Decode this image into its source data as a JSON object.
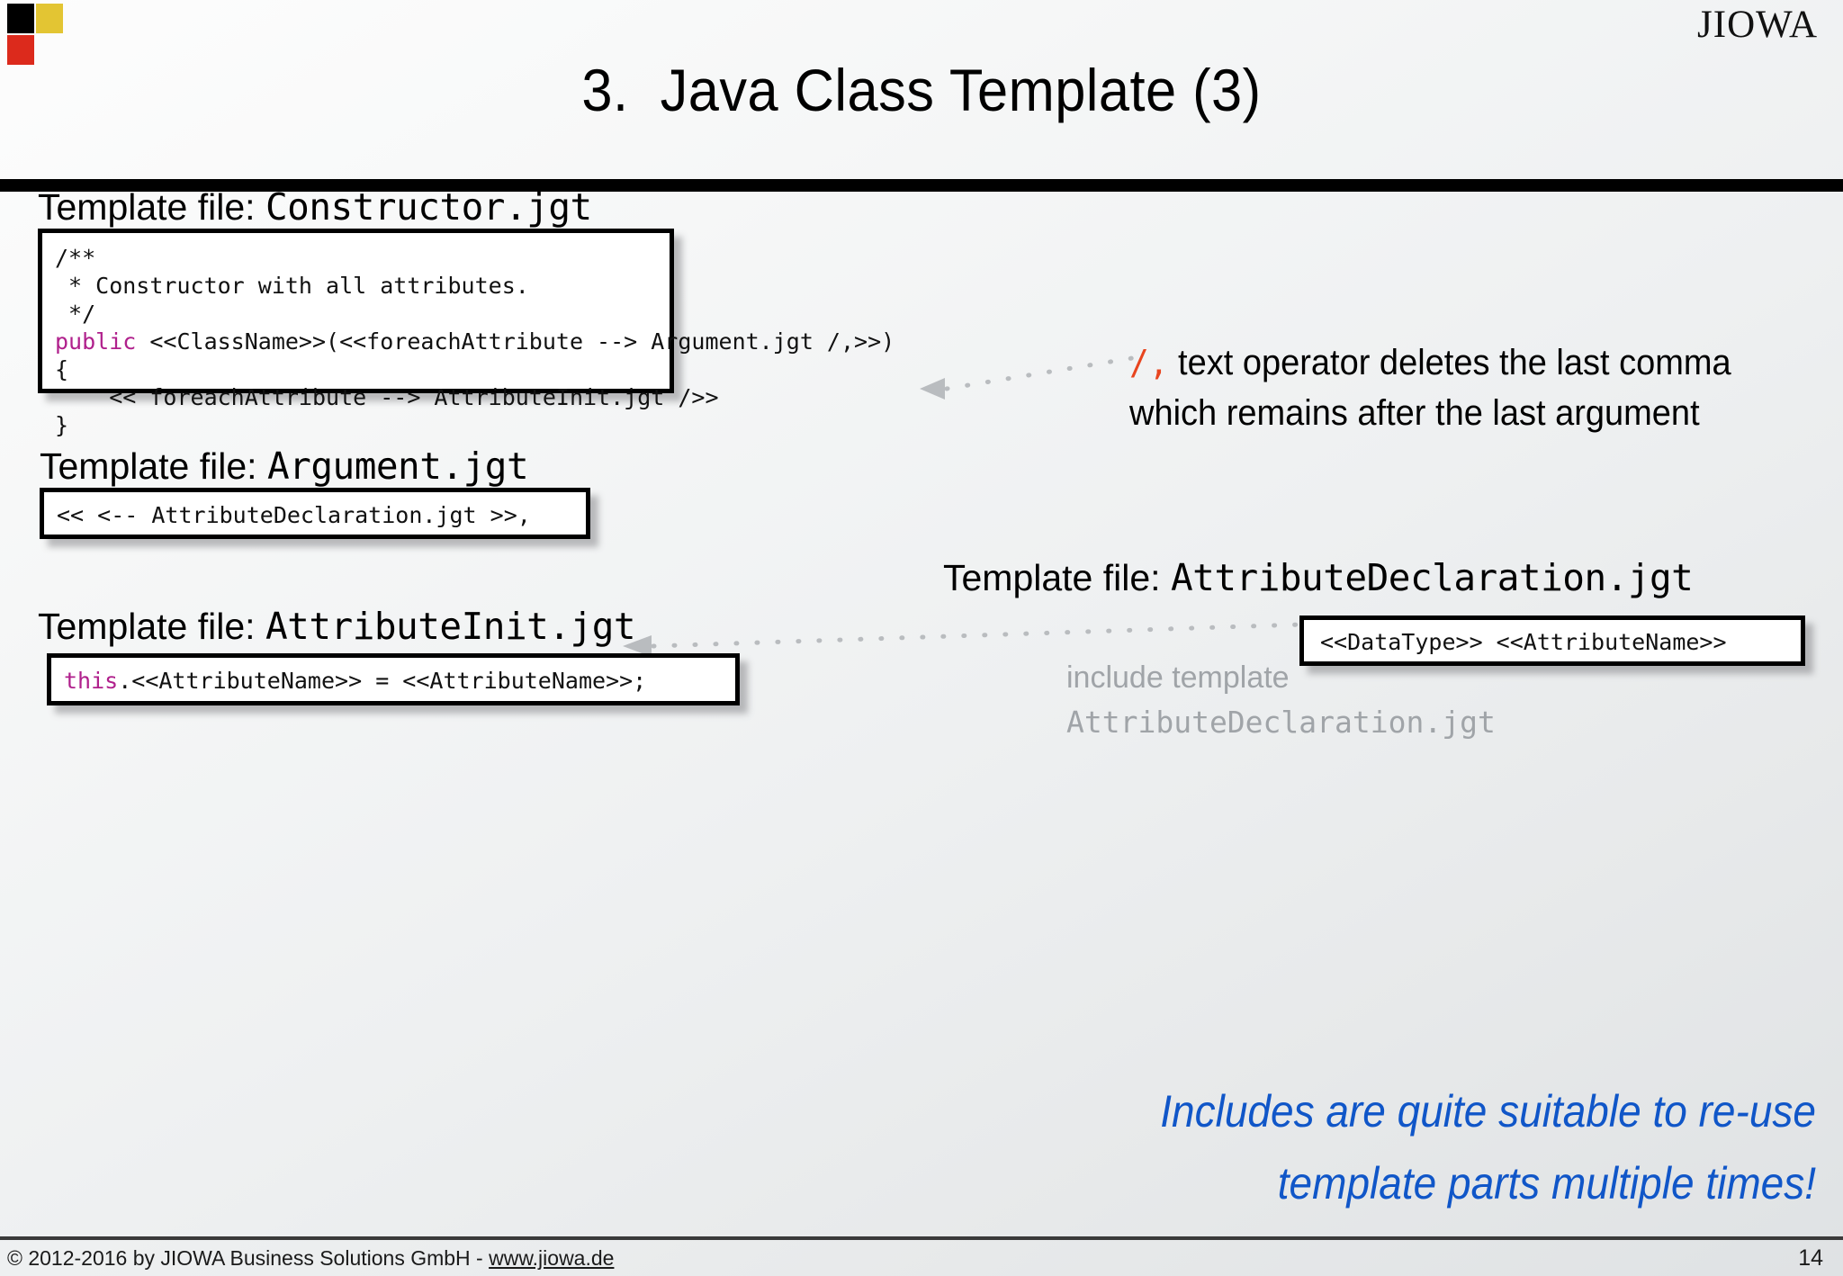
{
  "brand": "JIOWA",
  "title": "3.  Java Class Template (3)",
  "logo": {
    "black_color": "#000000",
    "yellow_color": "#e3c533",
    "red_color": "#dc2a1c"
  },
  "sections": {
    "constructor": {
      "heading_label": "Template file: ",
      "heading_file": "Constructor.jgt",
      "code_lines": [
        "/**",
        " * Constructor with all attributes.",
        " */",
        "public <<ClassName>>(<<foreachAttribute --> Argument.jgt /,>>)",
        "{",
        "    << foreachAttribute --> AttributeInit.jgt />>",
        "}"
      ],
      "code_plain_1": "/**",
      "code_plain_2": " * Constructor with all attributes.",
      "code_plain_3": " */",
      "code_keyword": "public",
      "code_after_keyword": " <<ClassName>>(<<foreachAttribute --> Argument.jgt /,>>)",
      "code_brace_open": "{",
      "code_body": "    << foreachAttribute --> AttributeInit.jgt />>",
      "code_brace_close": "}"
    },
    "argument": {
      "heading_label": "Template file: ",
      "heading_file": "Argument.jgt",
      "code": "<< <-- AttributeDeclaration.jgt >>,"
    },
    "attribute_init": {
      "heading_label": "Template file: ",
      "heading_file": "AttributeInit.jgt",
      "code_keyword": "this",
      "code_rest": ".<<AttributeName>> = <<AttributeName>>;"
    },
    "attribute_declaration": {
      "heading_label": "Template file: ",
      "heading_file": "AttributeDeclaration.jgt",
      "code": "<<DataType>> <<AttributeName>>"
    }
  },
  "callout": {
    "operator": "/,",
    "line1": "  text operator deletes the last comma",
    "line2": "which remains after the last argument",
    "operator_color": "#e8451f"
  },
  "include_note": {
    "line1": "include template",
    "line2": "AttributeDeclaration.jgt",
    "color": "#a0a4a8"
  },
  "closing": {
    "line1": "Includes are quite suitable to re-use",
    "line2": "template parts multiple times!",
    "color": "#1056c8"
  },
  "footer": {
    "copyright": "© 2012-2016  by JIOWA Business Solutions GmbH - ",
    "url": "www.jiowa.de",
    "page_number": "14"
  },
  "colors": {
    "keyword": "#b0208c",
    "comment": "#4a6ed6",
    "arrow": "#b9bcbf"
  }
}
